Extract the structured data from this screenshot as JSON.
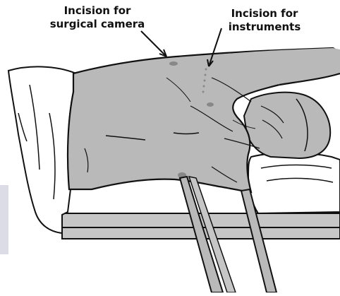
{
  "labels": {
    "camera_line1": "Incision for",
    "camera_line2": "surgical camera",
    "instruments_line1": "Incision for",
    "instruments_line2": "instruments"
  },
  "colors": {
    "skin": "#b9b9b9",
    "drape": "#ffffff",
    "stroke": "#111111",
    "incision": "#888888",
    "table": "#c6c6c6",
    "side_panel": "#dcdce6"
  }
}
